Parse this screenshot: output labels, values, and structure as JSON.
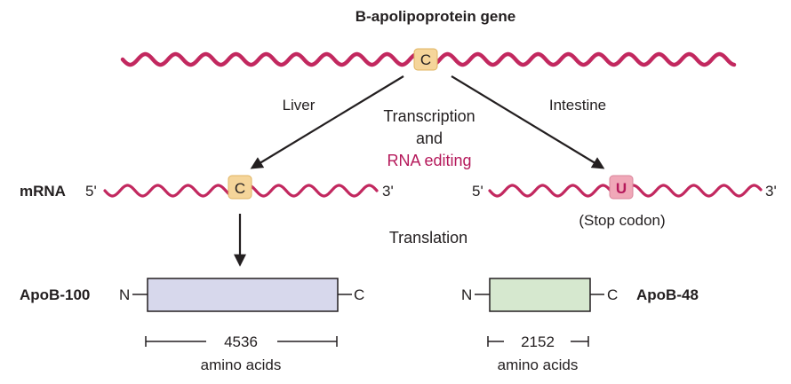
{
  "gene": {
    "title": "B-apolipoprotein gene",
    "nucleotide": "C"
  },
  "paths": {
    "liver": "Liver",
    "intestine": "Intestine"
  },
  "process": {
    "line1": "Transcription",
    "line2": "and",
    "line3": "RNA editing"
  },
  "mrna": {
    "label": "mRNA",
    "left_five": "5'",
    "left_three": "3'",
    "left_nucleotide": "C",
    "right_five": "5'",
    "right_three": "3'",
    "right_nucleotide": "U",
    "stop_note": "(Stop codon)"
  },
  "translation": "Translation",
  "proteins": {
    "apob100": {
      "name": "ApoB-100",
      "n_term": "N",
      "c_term": "C",
      "length": "4536",
      "unit": "amino acids"
    },
    "apob48": {
      "name": "ApoB-48",
      "n_term": "N",
      "c_term": "C",
      "length": "2152",
      "unit": "amino acids"
    }
  },
  "colors": {
    "strand": "#c2285f",
    "editing_text": "#b5195b",
    "c_box": "#f5d59a",
    "u_box": "#f0a8b8",
    "apob100_fill": "#d7d8ec",
    "apob48_fill": "#d6e8cf"
  }
}
